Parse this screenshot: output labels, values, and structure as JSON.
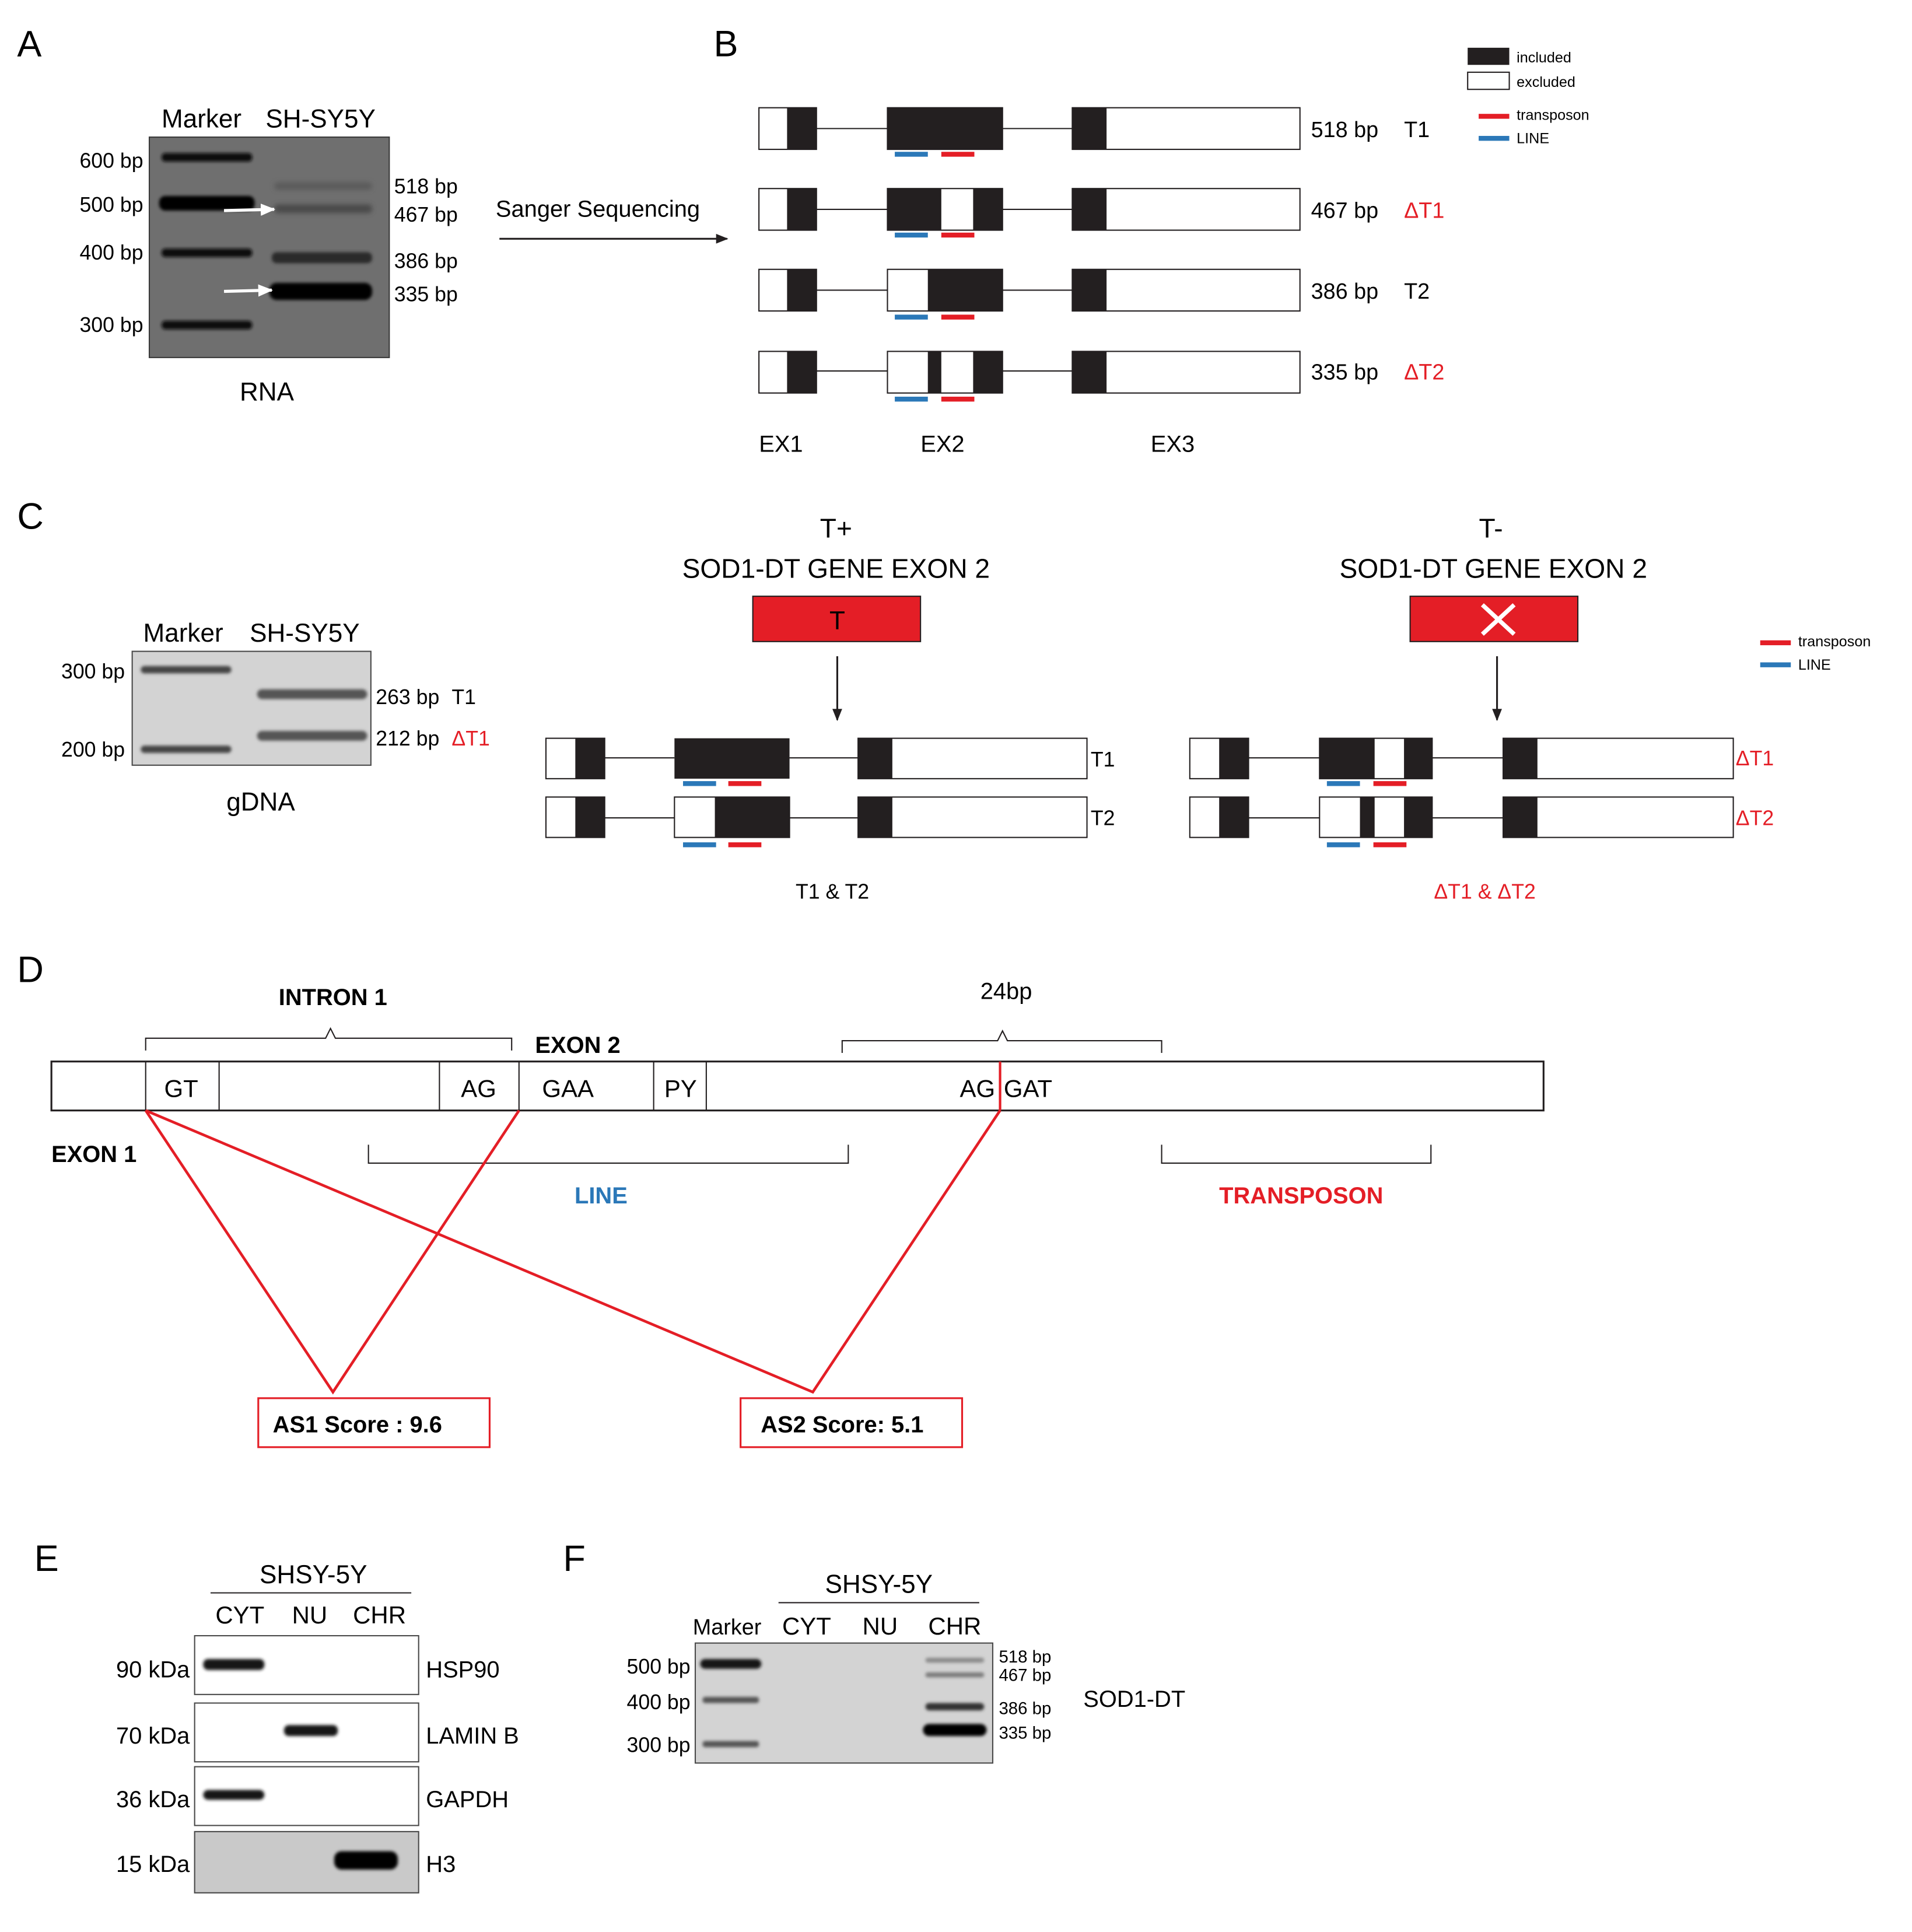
{
  "panels": {
    "a": "A",
    "b": "B",
    "c": "C",
    "d": "D",
    "e": "E",
    "f": "F"
  },
  "colors": {
    "transposon": "#e41e26",
    "line": "#2b78b8",
    "exon_fill": "#231f20",
    "red_text": "#e41e26",
    "blue_text": "#2b78b8",
    "gel_bg": "#707070",
    "gel_light_bg": "#d9d9d9"
  },
  "panelA": {
    "lane_marker": "Marker",
    "lane_sample": "SH-SY5Y",
    "marker_sizes": [
      "600 bp",
      "500 bp",
      "400 bp",
      "300 bp"
    ],
    "band_sizes": [
      "518 bp",
      "467 bp",
      "386 bp",
      "335 bp"
    ],
    "caption": "RNA",
    "arrow_label": "Sanger Sequencing"
  },
  "panelB": {
    "legend": {
      "included": "included",
      "excluded": "excluded",
      "transposon": "transposon",
      "line": "LINE"
    },
    "isoforms": [
      {
        "size": "518 bp",
        "name": "T1",
        "highlight": false
      },
      {
        "size": "467 bp",
        "name": "ΔT1",
        "highlight": true
      },
      {
        "size": "386 bp",
        "name": "T2",
        "highlight": false
      },
      {
        "size": "335 bp",
        "name": "ΔT2",
        "highlight": true
      }
    ],
    "exon_labels": [
      "EX1",
      "EX2",
      "EX3"
    ]
  },
  "panelC": {
    "lane_marker": "Marker",
    "lane_sample": "SH-SY5Y",
    "marker_sizes": [
      "300 bp",
      "200 bp"
    ],
    "band_size_1": "263 bp",
    "band_name_1": "T1",
    "band_size_2": "212 bp",
    "band_name_2": "ΔT1",
    "caption": "gDNA",
    "tplus_title": "T+",
    "tplus_subtitle": "SOD1-DT GENE EXON 2",
    "tplus_box": "T",
    "tminus_title": "T-",
    "tminus_subtitle": "SOD1-DT GENE EXON 2",
    "legend": {
      "transposon": "transposon",
      "line": "LINE"
    },
    "left_isoforms": [
      "T1",
      "T2"
    ],
    "right_isoforms": [
      "ΔT1",
      "ΔT2"
    ],
    "left_caption": "T1 & T2",
    "right_caption": "ΔT1 &  ΔT2"
  },
  "panelD": {
    "intron1": "INTRON 1",
    "exon2": "EXON 2",
    "exon1": "EXON 1",
    "bp24": "24bp",
    "cells": [
      "GT",
      "AG",
      "GAA",
      "PY",
      "AG",
      "GAT"
    ],
    "line_label": "LINE",
    "transposon_label": "TRANSPOSON",
    "as1": "AS1 Score : 9.6",
    "as2": "AS2 Score: 5.1"
  },
  "panelE": {
    "group": "SHSY-5Y",
    "lanes": [
      "CYT",
      "NU",
      "CHR"
    ],
    "rows": [
      {
        "kda": "90 kDa",
        "protein": "HSP90"
      },
      {
        "kda": "70 kDa",
        "protein": "LAMIN B"
      },
      {
        "kda": "36 kDa",
        "protein": "GAPDH"
      },
      {
        "kda": "15 kDa",
        "protein": "H3"
      }
    ]
  },
  "panelF": {
    "group": "SHSY-5Y",
    "lane_marker": "Marker",
    "lanes": [
      "CYT",
      "NU",
      "CHR"
    ],
    "marker_sizes": [
      "500 bp",
      "400 bp",
      "300 bp"
    ],
    "band_sizes": [
      "518 bp",
      "467 bp",
      "386 bp",
      "335 bp"
    ],
    "gene": "SOD1-DT"
  }
}
